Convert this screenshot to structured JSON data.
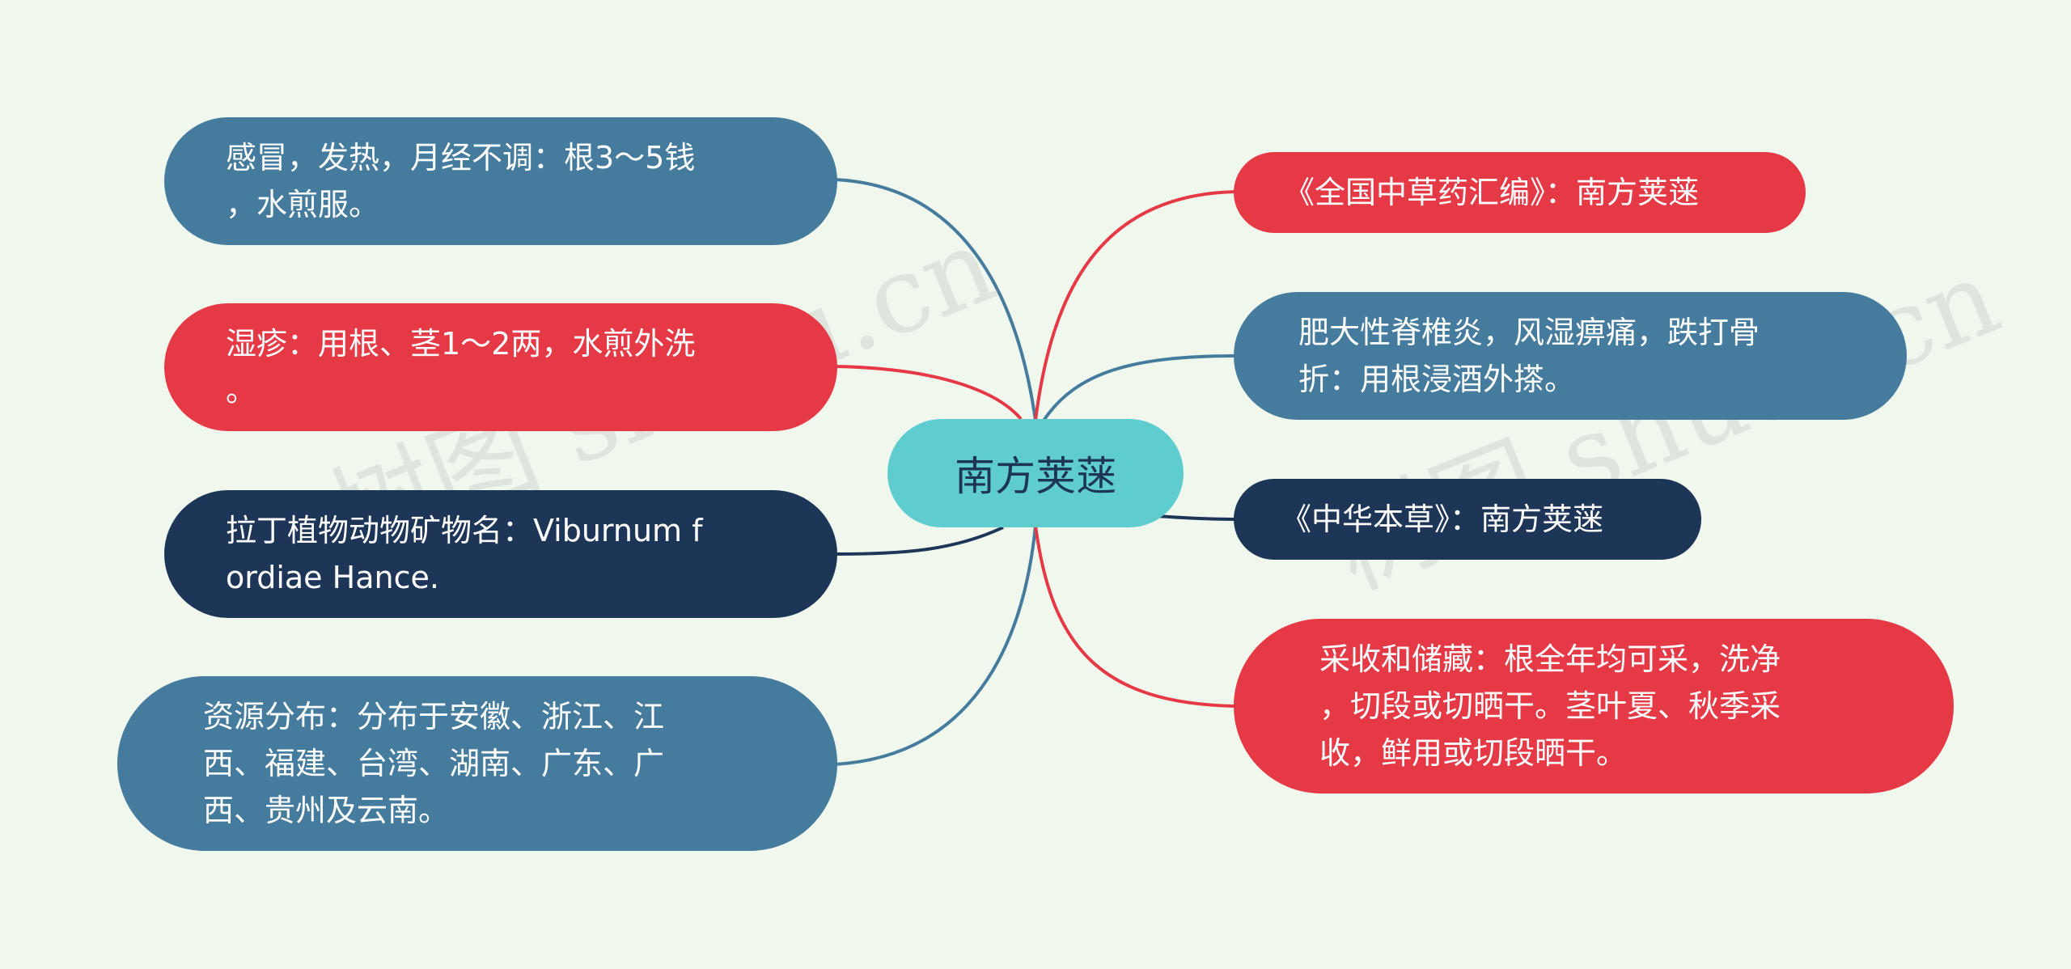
{
  "center": {
    "label": "南方荚蒾"
  },
  "left_nodes": [
    {
      "text": "感冒，发热，月经不调：根3～5钱\n，水煎服。",
      "color": "#457b9d"
    },
    {
      "text": "湿疹：用根、茎1～2两，水煎外洗\n。",
      "color": "#e63946"
    },
    {
      "text": "拉丁植物动物矿物名：Viburnum f\nordiae Hance.",
      "color": "#1d3557"
    },
    {
      "text": "资源分布：分布于安徽、浙江、江\n西、福建、台湾、湖南、广东、广\n西、贵州及云南。",
      "color": "#457b9d"
    }
  ],
  "right_nodes": [
    {
      "text": "《全国中草药汇编》：南方荚蒾",
      "color": "#e63946"
    },
    {
      "text": "肥大性脊椎炎，风湿痹痛，跌打骨\n折：用根浸酒外搽。",
      "color": "#457b9d"
    },
    {
      "text": "《中华本草》：南方荚蒾",
      "color": "#1d3557"
    },
    {
      "text": "采收和储藏：根全年均可采，洗净\n，切段或切晒干。茎叶夏、秋季采\n收，鲜用或切段晒干。",
      "color": "#e63946"
    }
  ],
  "watermark": "树图 shutu.cn"
}
